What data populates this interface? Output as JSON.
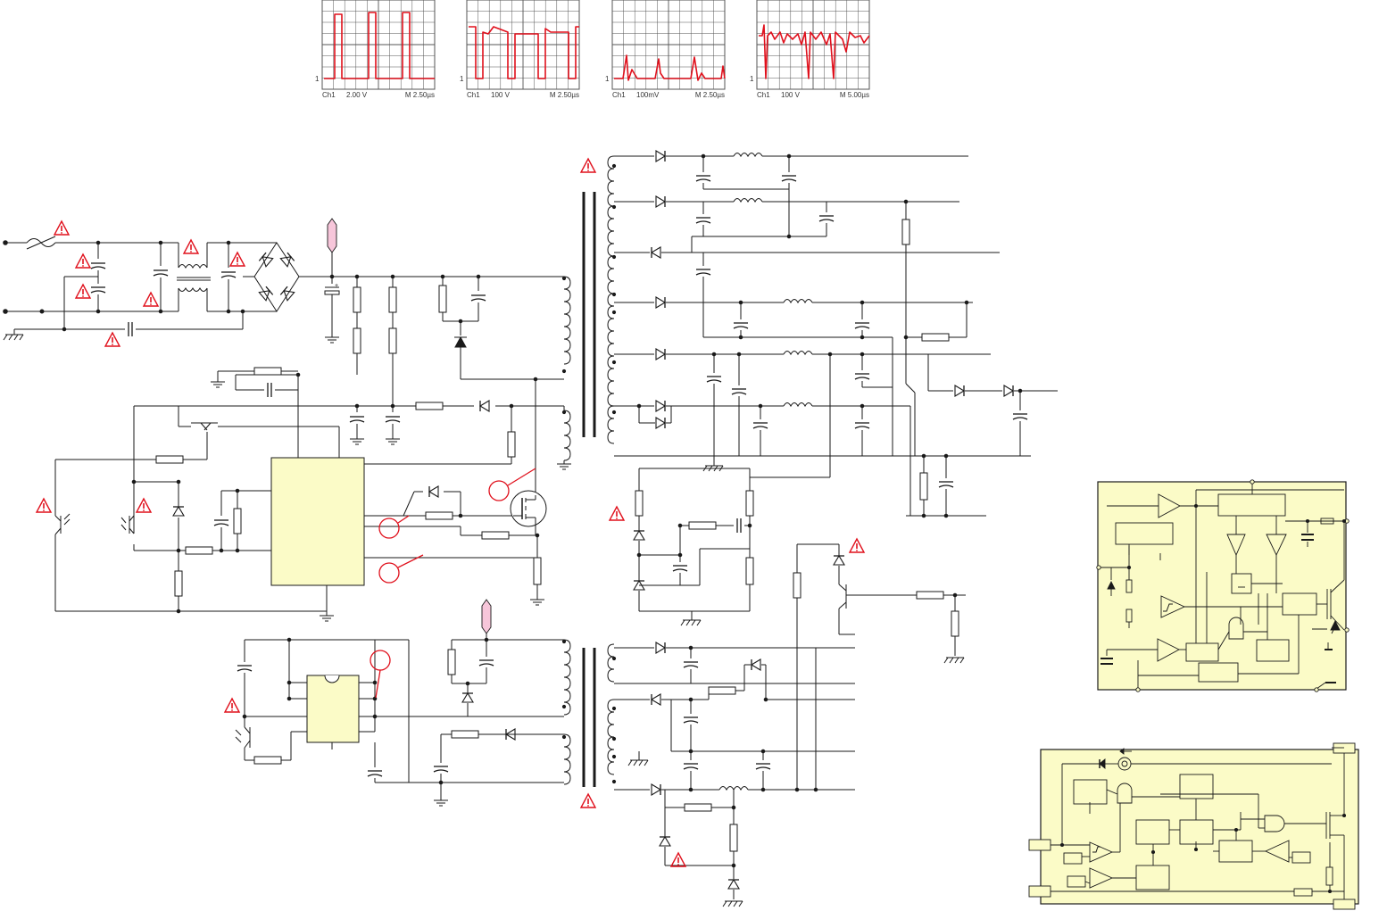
{
  "colors": {
    "wire": "#1a1a1a",
    "trace": "#e0101c",
    "warning": "#e0101c",
    "ic_fill": "#fbfbc7",
    "connector": "#f7c6da",
    "grid": "#555555"
  },
  "scopes": [
    {
      "channel": "Ch1",
      "volts": "2.00 V",
      "time": "M 2.50µs",
      "marker": "1"
    },
    {
      "channel": "Ch1",
      "volts": "100 V",
      "time": "M 2.50µs",
      "marker": "1"
    },
    {
      "channel": "Ch1",
      "volts": "100mV",
      "time": "M 2.50µs",
      "marker": "1"
    },
    {
      "channel": "Ch1",
      "volts": "100 V",
      "time": "M 5.00µs",
      "marker": "1"
    }
  ],
  "icons": {
    "warning": "warning-triangle-icon",
    "probe": "probe-circle-icon",
    "connector": "connector-tag-icon",
    "ground": "ground-icon"
  }
}
